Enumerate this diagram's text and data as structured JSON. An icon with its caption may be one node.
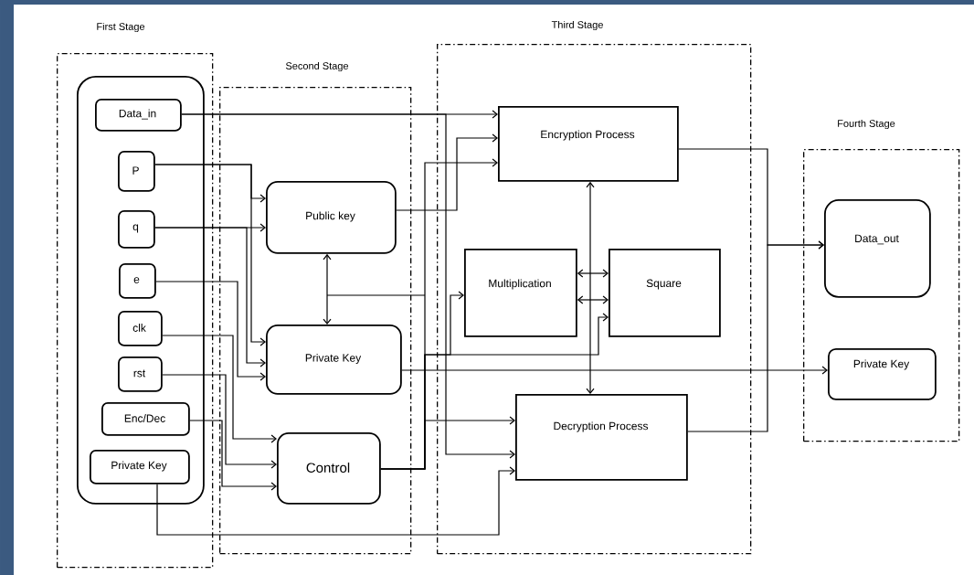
{
  "diagram": {
    "nodes": [
      {
        "text": [
          "First Stage"
        ]
      },
      {
        "text": [],
        "shape": "box",
        "in": 0
      },
      {
        "text": [
          "Data_in"
        ],
        "in": 1
      },
      {
        "text": [
          "P"
        ],
        "in": 1
      },
      {
        "text": [
          "q"
        ],
        "in": 1
      },
      {
        "text": [
          "e"
        ],
        "in": 1
      },
      {
        "text": [
          "clk"
        ],
        "in": 1
      },
      {
        "text": [
          "rst"
        ],
        "in": 1
      },
      {
        "text": [
          "Enc/Dec"
        ],
        "in": 1
      },
      {
        "text": [
          "Private Key"
        ],
        "in": 1
      },
      {
        "text": [
          "Second Stage"
        ]
      },
      {
        "text": [
          "Public key"
        ],
        "in": 10
      },
      {
        "text": [
          "Private Key"
        ],
        "in": 10
      },
      {
        "text": [
          "Control"
        ],
        "in": 10
      },
      {
        "text": [
          "Third Stage"
        ]
      },
      {
        "text": [
          "Encryption Process"
        ],
        "in": 14
      },
      {
        "text": [
          "Multiplication"
        ],
        "in": 14
      },
      {
        "text": [
          "Square"
        ],
        "in": 14
      },
      {
        "text": [
          "Decryption Process"
        ],
        "in": 14
      },
      {
        "text": [
          "Fourth Stage"
        ]
      },
      {
        "text": [
          "Data_out"
        ],
        "in": 19
      },
      {
        "text": [
          "Private Key"
        ],
        "in": 19
      }
    ],
    "edges": [
      {
        "from": 2,
        "to": 15,
        "arrow": "to"
      },
      {
        "from": 2,
        "to": 18,
        "arrow": "to"
      },
      {
        "from": 3,
        "to": 11,
        "arrow": "to"
      },
      {
        "from": 3,
        "to": 12,
        "arrow": "to"
      },
      {
        "from": 4,
        "to": 11,
        "arrow": "to"
      },
      {
        "from": 4,
        "to": 12,
        "arrow": "to"
      },
      {
        "from": 5,
        "to": 12,
        "arrow": "to"
      },
      {
        "from": 6,
        "to": 13,
        "arrow": "to"
      },
      {
        "from": 7,
        "to": 13,
        "arrow": "to"
      },
      {
        "from": 8,
        "to": 13,
        "arrow": "to"
      },
      {
        "from": 9,
        "to": 18,
        "arrow": "to"
      },
      {
        "from": 11,
        "to": 12,
        "arrow": "both"
      },
      {
        "from": 11,
        "to": 15,
        "arrow": "to"
      },
      {
        "from": 13,
        "to": 15,
        "arrow": "to"
      },
      {
        "from": 13,
        "to": 18,
        "arrow": "to"
      },
      {
        "from": 13,
        "to": 16,
        "arrow": "to"
      },
      {
        "from": 13,
        "to": 17,
        "arrow": "to"
      },
      {
        "from": 12,
        "to": 21,
        "arrow": "to"
      },
      {
        "from": 16,
        "to": 17,
        "arrow": "both"
      },
      {
        "from": 16,
        "to": 17,
        "arrow": "both"
      },
      {
        "from": 15,
        "to": 18,
        "arrow": "both"
      },
      {
        "from": 15,
        "to": 20,
        "arrow": "to"
      },
      {
        "from": 18,
        "to": 20,
        "arrow": "to"
      }
    ]
  }
}
